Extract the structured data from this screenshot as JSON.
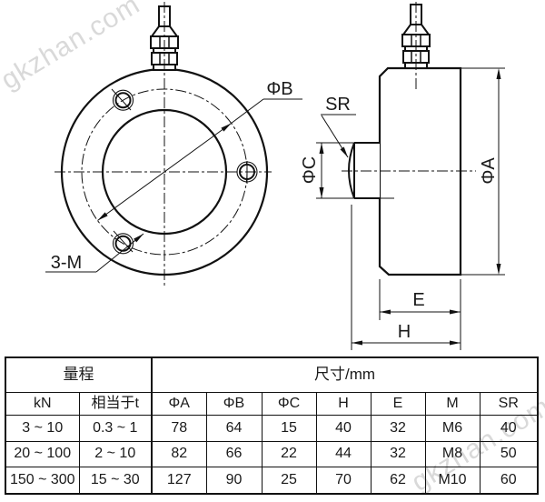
{
  "watermark": {
    "text": "gkzhan.com"
  },
  "drawing": {
    "front_view_labels": {
      "bolt_circle_dia": "ΦB",
      "tapped_holes": "3-M"
    },
    "side_view_labels": {
      "sphere_radius": "SR",
      "boss_dia": "ΦC",
      "outer_dia": "ΦA",
      "body_width": "E",
      "total_height": "H"
    }
  },
  "table": {
    "group_headers": {
      "range": "量程",
      "dimensions": "尺寸/mm"
    },
    "columns": [
      "kN",
      "相当于t",
      "ΦA",
      "ΦB",
      "ΦC",
      "H",
      "E",
      "M",
      "SR"
    ],
    "rows": [
      [
        "3 ~ 10",
        "0.3 ~ 1",
        "78",
        "64",
        "15",
        "40",
        "32",
        "M6",
        "40"
      ],
      [
        "20 ~ 100",
        "2 ~ 10",
        "82",
        "66",
        "22",
        "44",
        "32",
        "M8",
        "50"
      ],
      [
        "150 ~ 300",
        "15 ~ 30",
        "127",
        "90",
        "25",
        "70",
        "62",
        "M10",
        "60"
      ]
    ]
  }
}
